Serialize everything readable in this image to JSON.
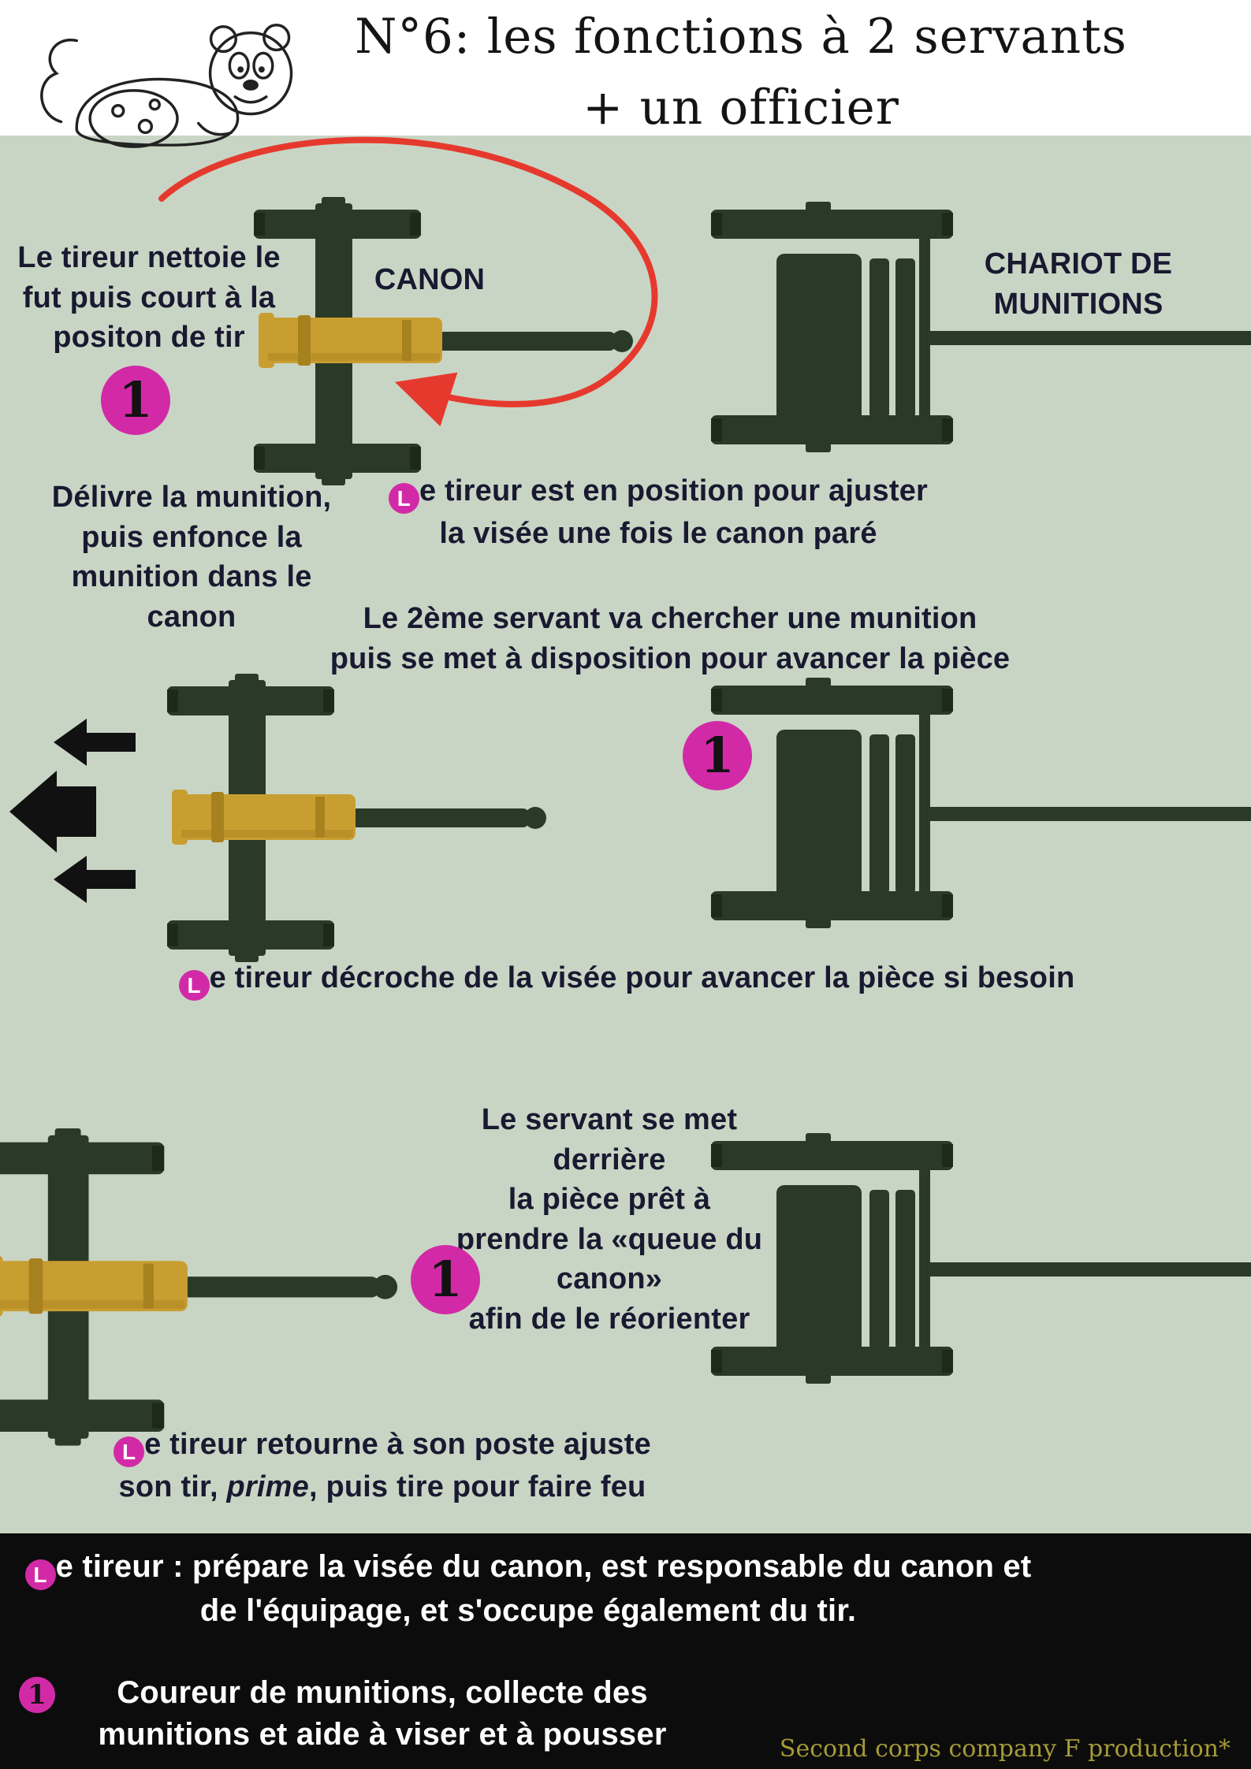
{
  "colors": {
    "header_bg": "#ffffff",
    "body_bg": "#c9d5c4",
    "footer_bg": "#0c0c0c",
    "dark_green": "#2b3a26",
    "barrel_gold": "#c99e31",
    "magenta": "#d22aa7",
    "arrow_red": "#e6392e",
    "text_dark": "#191931",
    "credit_gold": "#a59b37"
  },
  "header": {
    "title_line1": "N°6: les fonctions à  2 servants",
    "title_line2": "+ un officier"
  },
  "s1": {
    "left_caption": "Le tireur nettoie le\nfut puis court à la\npositon de tir",
    "canon_label": "CANON",
    "chariot_label": "CHARIOT DE\nMUNITIONS",
    "number_badge": "1",
    "deliver_caption": "Délivre la munition,\npuis enfonce la\nmunition dans le\ncanon",
    "tireur_badge": "L",
    "tireur_caption": "e tireur est en position pour ajuster\nla visée une fois le canon paré",
    "servant_caption": "Le 2ème servant va chercher une munition\npuis se met à disposition pour avancer la pièce"
  },
  "s2": {
    "number_badge": "1",
    "tireur_badge": "L",
    "caption": "e tireur décroche de la visée pour avancer la pièce si besoin"
  },
  "s3": {
    "servant_caption": "Le servant  se met\nderrière\nla pièce prêt à\nprendre la «queue du\ncanon»\nafin de le réorienter",
    "number_badge": "1",
    "tireur_badge": "L",
    "tireur_before": "e tireur retourne à son poste ajuste\nson tir, ",
    "tireur_italic": "prime",
    "tireur_after": ", puis tire pour faire feu"
  },
  "footer": {
    "tireur_badge": "L",
    "tireur_text": "e tireur : prépare la visée du canon, est responsable du canon et\nde l'équipage, et s'occupe également du tir.",
    "runner_badge": "1",
    "runner_text": "Coureur de munitions, collecte des\nmunitions et aide à viser  et à pousser",
    "credit": "Second corps company F production*"
  }
}
